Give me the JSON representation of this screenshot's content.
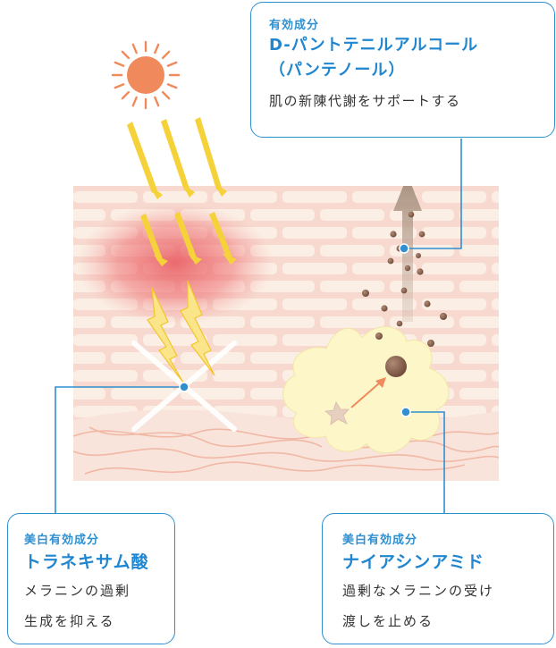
{
  "top_callout": {
    "label": "有効成分",
    "title_line1": "D-パントテニルアルコール",
    "title_line2": "（パンテノール）",
    "description": "肌の新陳代謝をサポートする"
  },
  "left_callout": {
    "label": "美白有効成分",
    "title": "トラネキサム酸",
    "description_line1": "メラニンの過剰",
    "description_line2": "生成を抑える"
  },
  "right_callout": {
    "label": "美白有効成分",
    "title": "ナイアシンアミド",
    "description_line1": "過剰なメラニンの受け",
    "description_line2": "渡しを止める"
  },
  "colors": {
    "accent": "#2f8fd0",
    "sun": "#f08a5d",
    "ray": "#f5d23a",
    "skin": "#f8d9cf",
    "cell": "#fbeeda",
    "melanocyte": "#fdf6c8"
  }
}
